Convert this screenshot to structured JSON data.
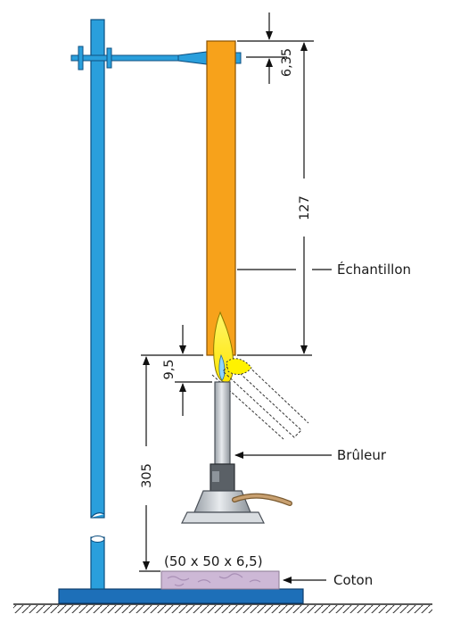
{
  "labels": {
    "sample": "Échantillon",
    "burner": "Brûleur",
    "cotton": "Coton",
    "cotton_size": "(50 x 50 x 6,5)"
  },
  "dimensions": {
    "top_offset": "6,35",
    "sample_length": "127",
    "flame_gap": "9,5",
    "burner_to_cotton": "305"
  },
  "colors": {
    "stand": "#2a9fdc",
    "sample": "#f7a21b",
    "flame": "#fff200",
    "burner": "#c8cdd2",
    "base": "#1d6fb8",
    "cotton": "#cdb8d6",
    "hose": "#c8a070"
  }
}
